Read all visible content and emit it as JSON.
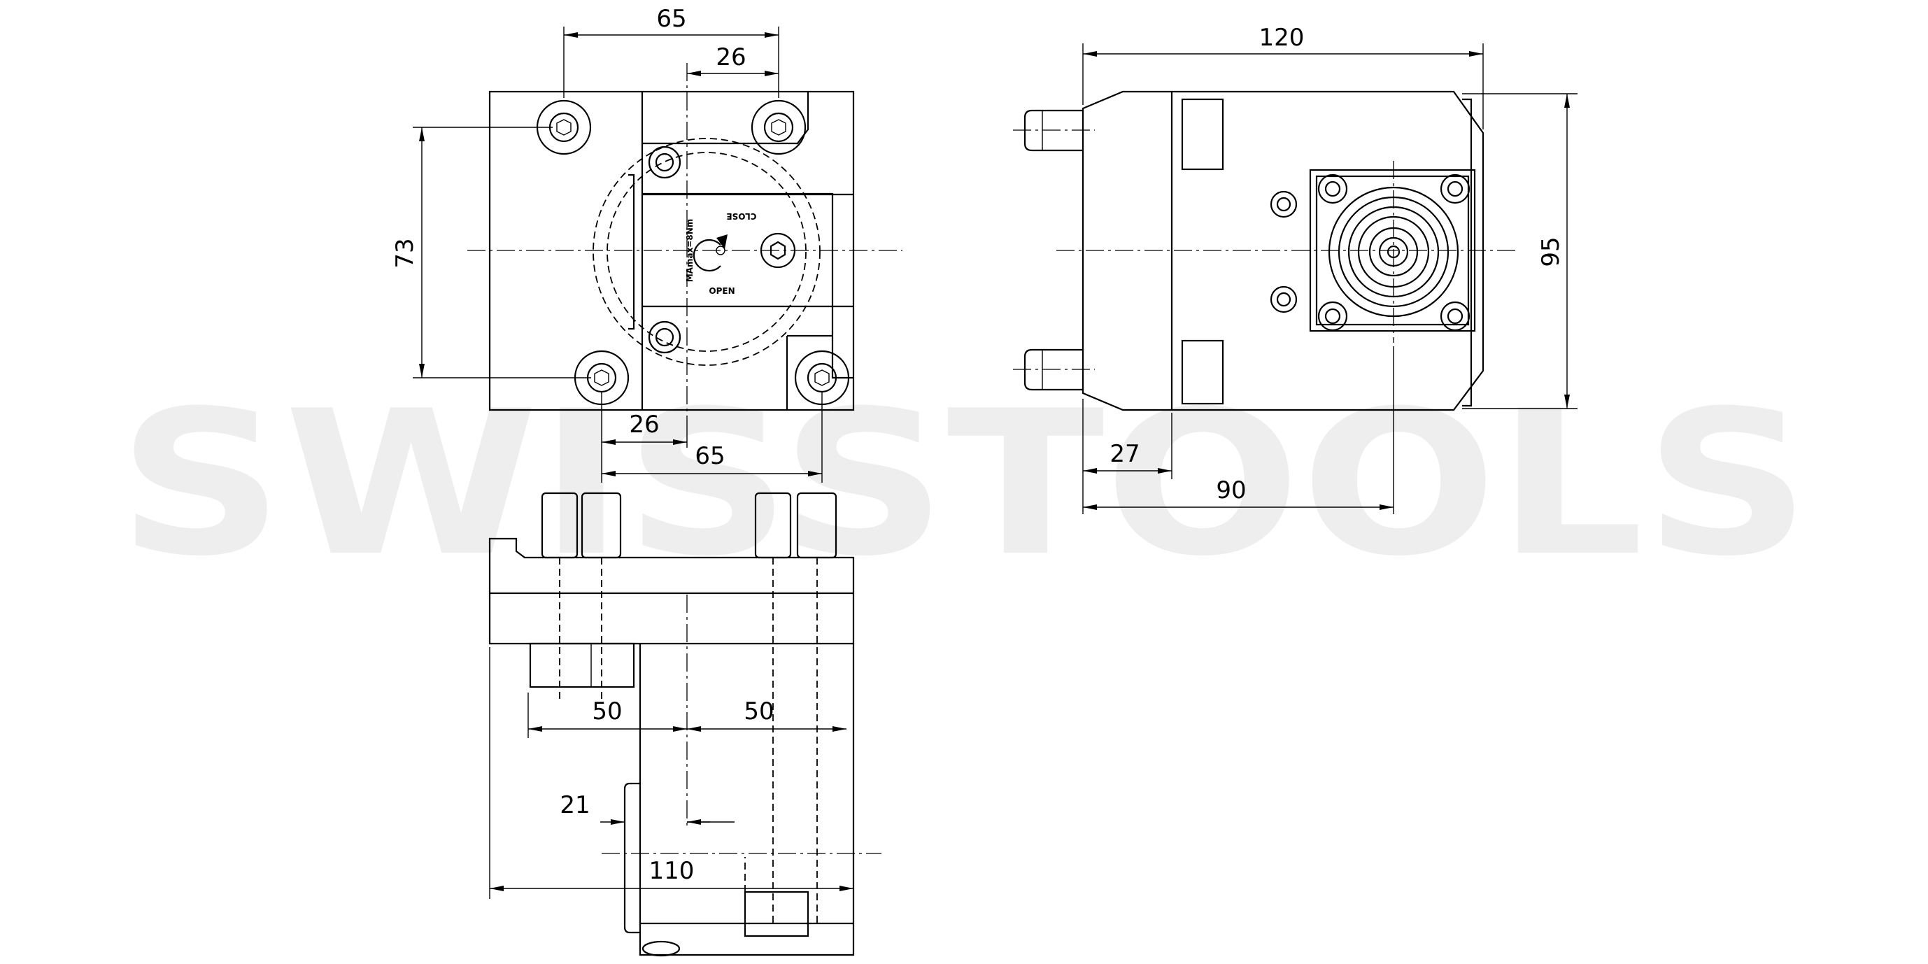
{
  "watermark": "SWISSTOOLS",
  "top_view": {
    "dimensions": {
      "top_width": "65",
      "top_offset": "26",
      "height": "73",
      "bottom_offset": "26",
      "bottom_width": "65"
    },
    "labels": {
      "close": "CLOSE",
      "open": "OPEN",
      "torque": "MAmax=8Nm"
    }
  },
  "side_view": {
    "dimensions": {
      "length": "120",
      "height": "95",
      "offset": "27",
      "center": "90"
    }
  },
  "front_view": {
    "dimensions": {
      "left_half": "50",
      "right_half": "50",
      "offset": "21",
      "total": "110"
    }
  }
}
